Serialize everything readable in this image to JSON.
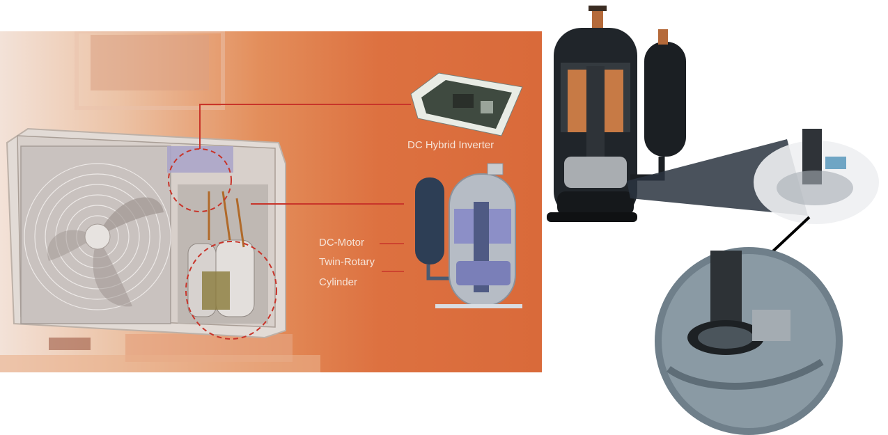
{
  "labels": {
    "inverter": "DC Hybrid Inverter",
    "motor": "DC-Motor",
    "rotary": "Twin-Rotary",
    "cylinder": "Cylinder"
  },
  "colors": {
    "background_panel": "#d96a3a",
    "leader_line": "#c8342a",
    "label_text": "#f6e4d8"
  }
}
